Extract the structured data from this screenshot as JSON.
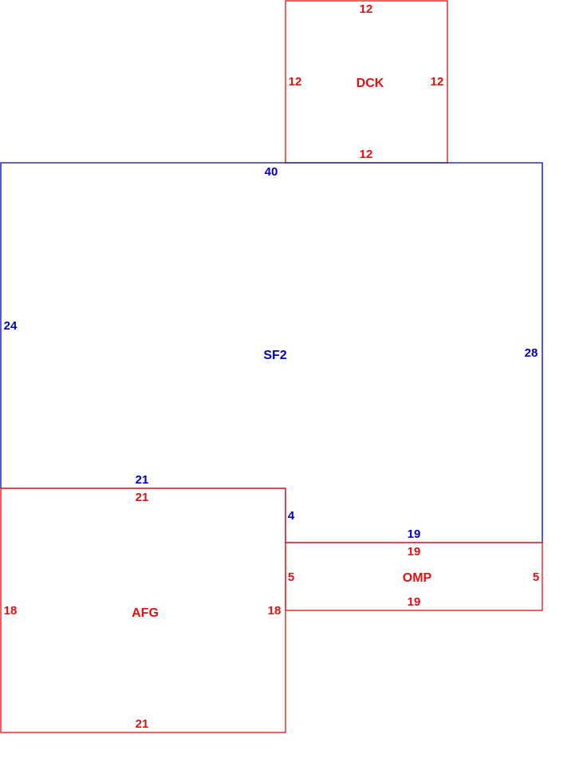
{
  "colors": {
    "blue": "#0000b4",
    "red": "#e01010",
    "background": "#ffffff"
  },
  "areas": {
    "dck": {
      "label": "DCK",
      "color": "red",
      "top": "12",
      "left": "12",
      "right": "12",
      "bottom": "12"
    },
    "sf2": {
      "label": "SF2",
      "color": "blue",
      "top": "40",
      "left": "24",
      "right": "28",
      "bottom_left": "21",
      "step": "4",
      "bottom_right": "19"
    },
    "afg": {
      "label": "AFG",
      "color": "red",
      "top": "21",
      "left": "18",
      "right": "18",
      "bottom": "21"
    },
    "omp": {
      "label": "OMP",
      "color": "red",
      "top": "19",
      "left": "5",
      "right": "5",
      "bottom": "19"
    }
  }
}
